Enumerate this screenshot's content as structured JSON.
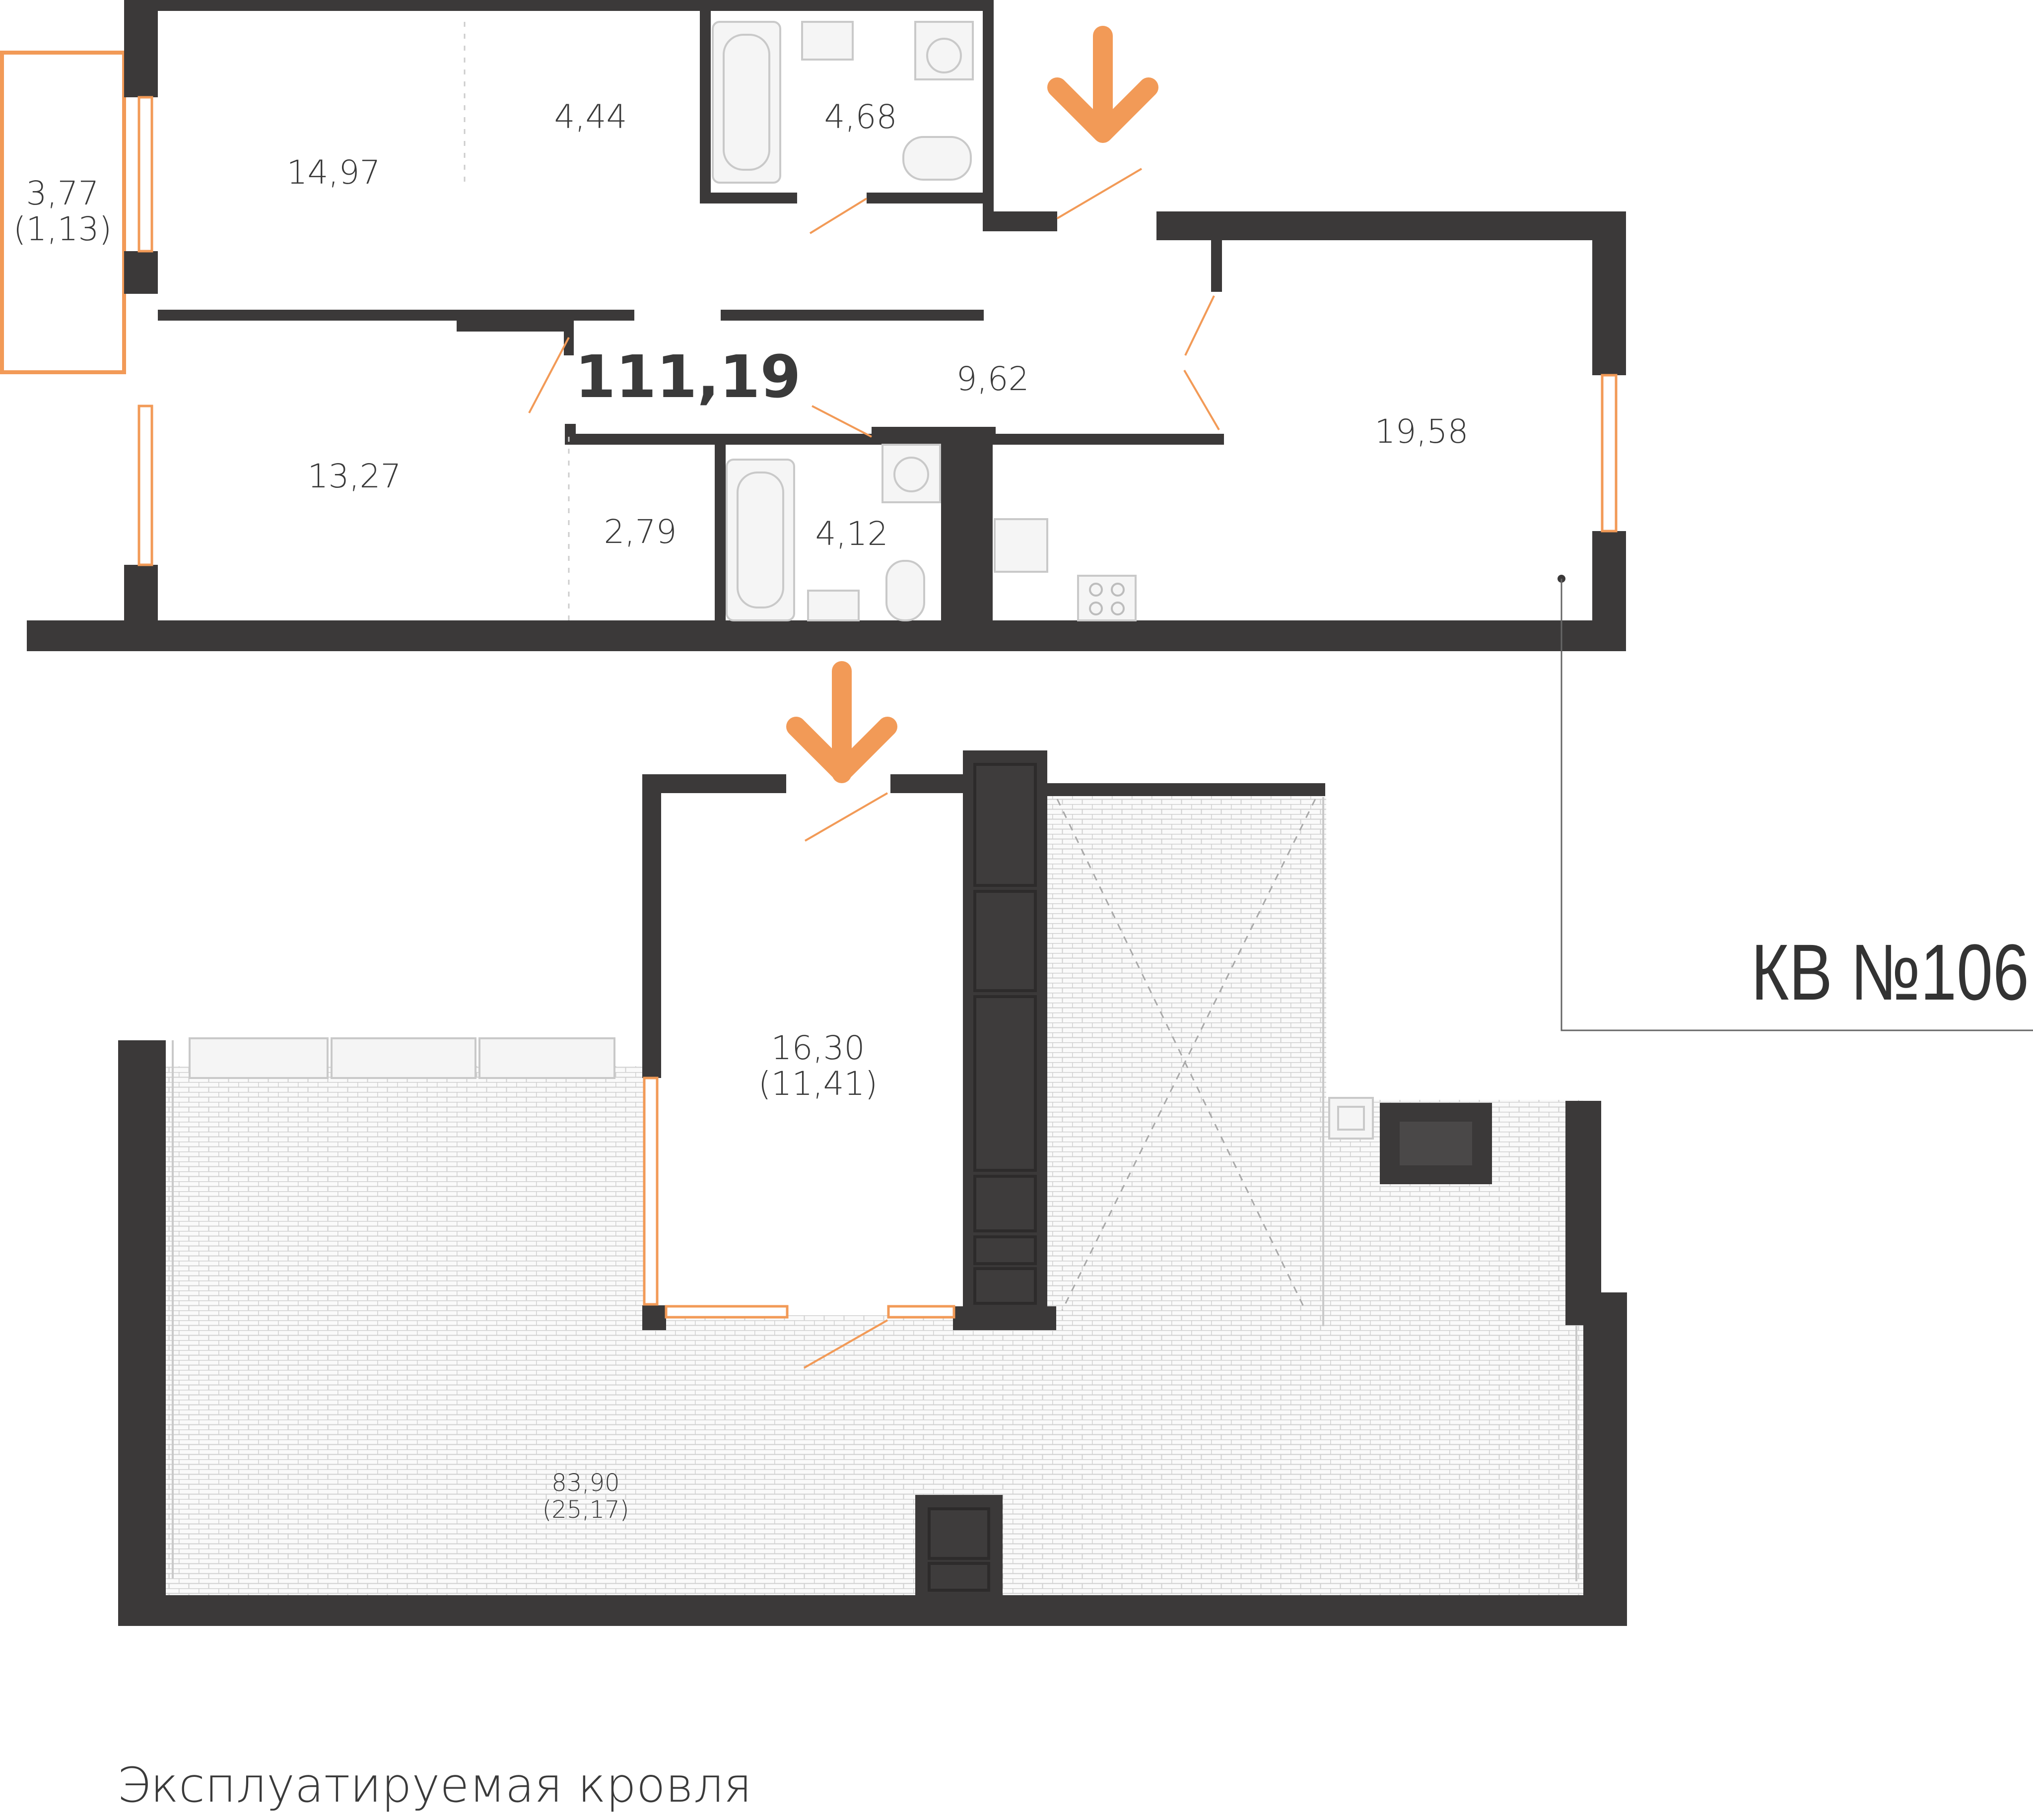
{
  "apartment": {
    "number_label": "КВ №106",
    "total_area": "111,19"
  },
  "upper_level_rooms": [
    {
      "id": "balcony",
      "area": "3,77",
      "reduced_area": "(1,13)"
    },
    {
      "id": "bedroom-1",
      "area": "14,97"
    },
    {
      "id": "dressing-1",
      "area": "4,44"
    },
    {
      "id": "bathroom-1",
      "area": "4,68"
    },
    {
      "id": "hall",
      "area": "9,62"
    },
    {
      "id": "kitchen-living",
      "area": "19,58"
    },
    {
      "id": "bedroom-2",
      "area": "13,27"
    },
    {
      "id": "dressing-2",
      "area": "2,79"
    },
    {
      "id": "bathroom-2",
      "area": "4,12"
    }
  ],
  "lower_level_rooms": [
    {
      "id": "roof-room",
      "area": "16,30",
      "reduced_area": "(11,41)"
    },
    {
      "id": "roof-terrace",
      "area": "83,90",
      "reduced_area": "(25,17)"
    }
  ],
  "roof_caption": "Эксплуатируемая кровля",
  "colors": {
    "wall": "#3b3939",
    "accent": "#f29a57",
    "text": "#3a3a3a"
  },
  "icons": [
    "entrance-arrow-icon",
    "bathtub-icon",
    "sink-icon",
    "washing-machine-icon",
    "toilet-icon",
    "stove-icon",
    "kitchen-sink-icon"
  ]
}
